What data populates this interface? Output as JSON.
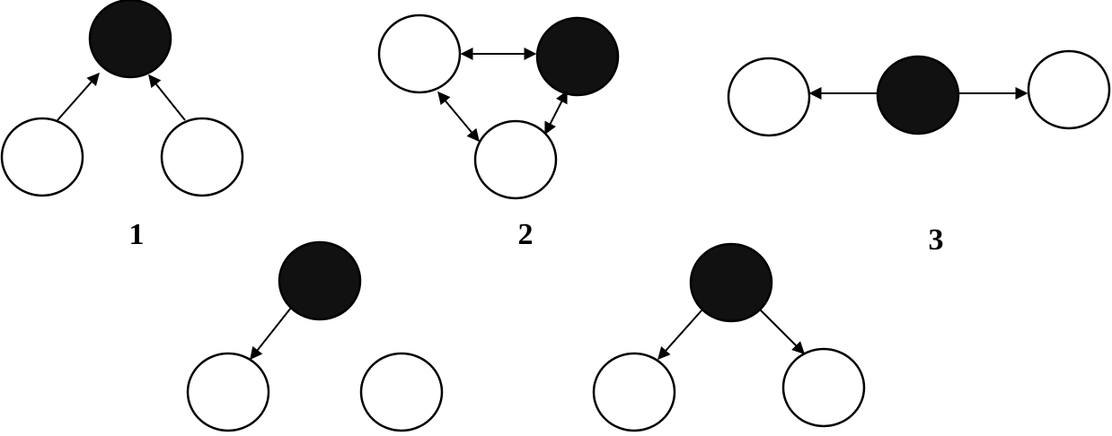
{
  "diagram": {
    "colors": {
      "filled_node": "#111111",
      "open_node": "#ffffff",
      "stroke": "#000000"
    },
    "panels": [
      {
        "id": "p1",
        "label": "1"
      },
      {
        "id": "p2",
        "label": "2"
      },
      {
        "id": "p3",
        "label": "3"
      },
      {
        "id": "p4",
        "label": ""
      },
      {
        "id": "p5",
        "label": ""
      }
    ]
  }
}
